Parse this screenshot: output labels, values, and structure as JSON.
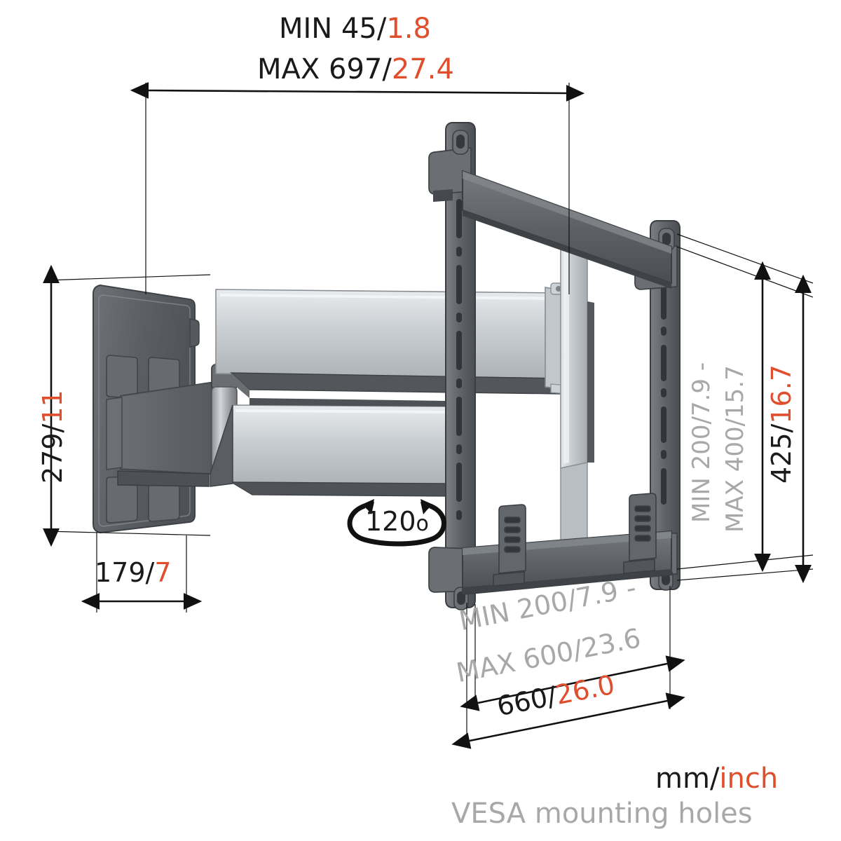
{
  "title": "TV wall mount technical dimension drawing",
  "colors": {
    "mm_black": "#1a1a1a",
    "inch_orange": "#df4f2e",
    "vesa_gray": "#a8a8a8",
    "metal_dark": "#5c5f63",
    "metal_light": "#c9cdd1"
  },
  "dimensions": {
    "depth_min": {
      "label_prefix": "MIN ",
      "mm": "45",
      "sep": "/",
      "inch": "1.8",
      "text": "MIN 45/1.8"
    },
    "depth_max": {
      "label_prefix": "MAX ",
      "mm": "697",
      "sep": "/",
      "inch": "27.4",
      "text": "MAX 697/27.4"
    },
    "height_plate": {
      "mm": "279",
      "sep": "/",
      "inch": "11",
      "text": "279/11"
    },
    "depth_folded": {
      "mm": "179",
      "sep": "/",
      "inch": "7",
      "text": "179/7"
    },
    "bracket_height": {
      "mm": "425",
      "sep": "/",
      "inch": "16.7",
      "text": "425/16.7"
    },
    "bracket_width": {
      "mm": "660",
      "sep": "/",
      "inch": "26.0",
      "text": "660/26.0"
    },
    "swivel": {
      "value": "120",
      "unit": "o",
      "text": "120o"
    }
  },
  "vesa": {
    "vertical_line1": "MIN 200/7.9 -",
    "vertical_line2": "MAX 400/15.7",
    "horizontal_line1": "MIN 200/7.9 -",
    "horizontal_line2": "MAX 600/23.6"
  },
  "legend": {
    "units_mm": "mm",
    "units_sep": "/",
    "units_inch": "inch",
    "vesa_note": "VESA mounting holes"
  },
  "icons": {
    "swivel_arrow": "double-headed-curved-arrow",
    "dimension_arrow": "double-headed-straight-arrow"
  }
}
